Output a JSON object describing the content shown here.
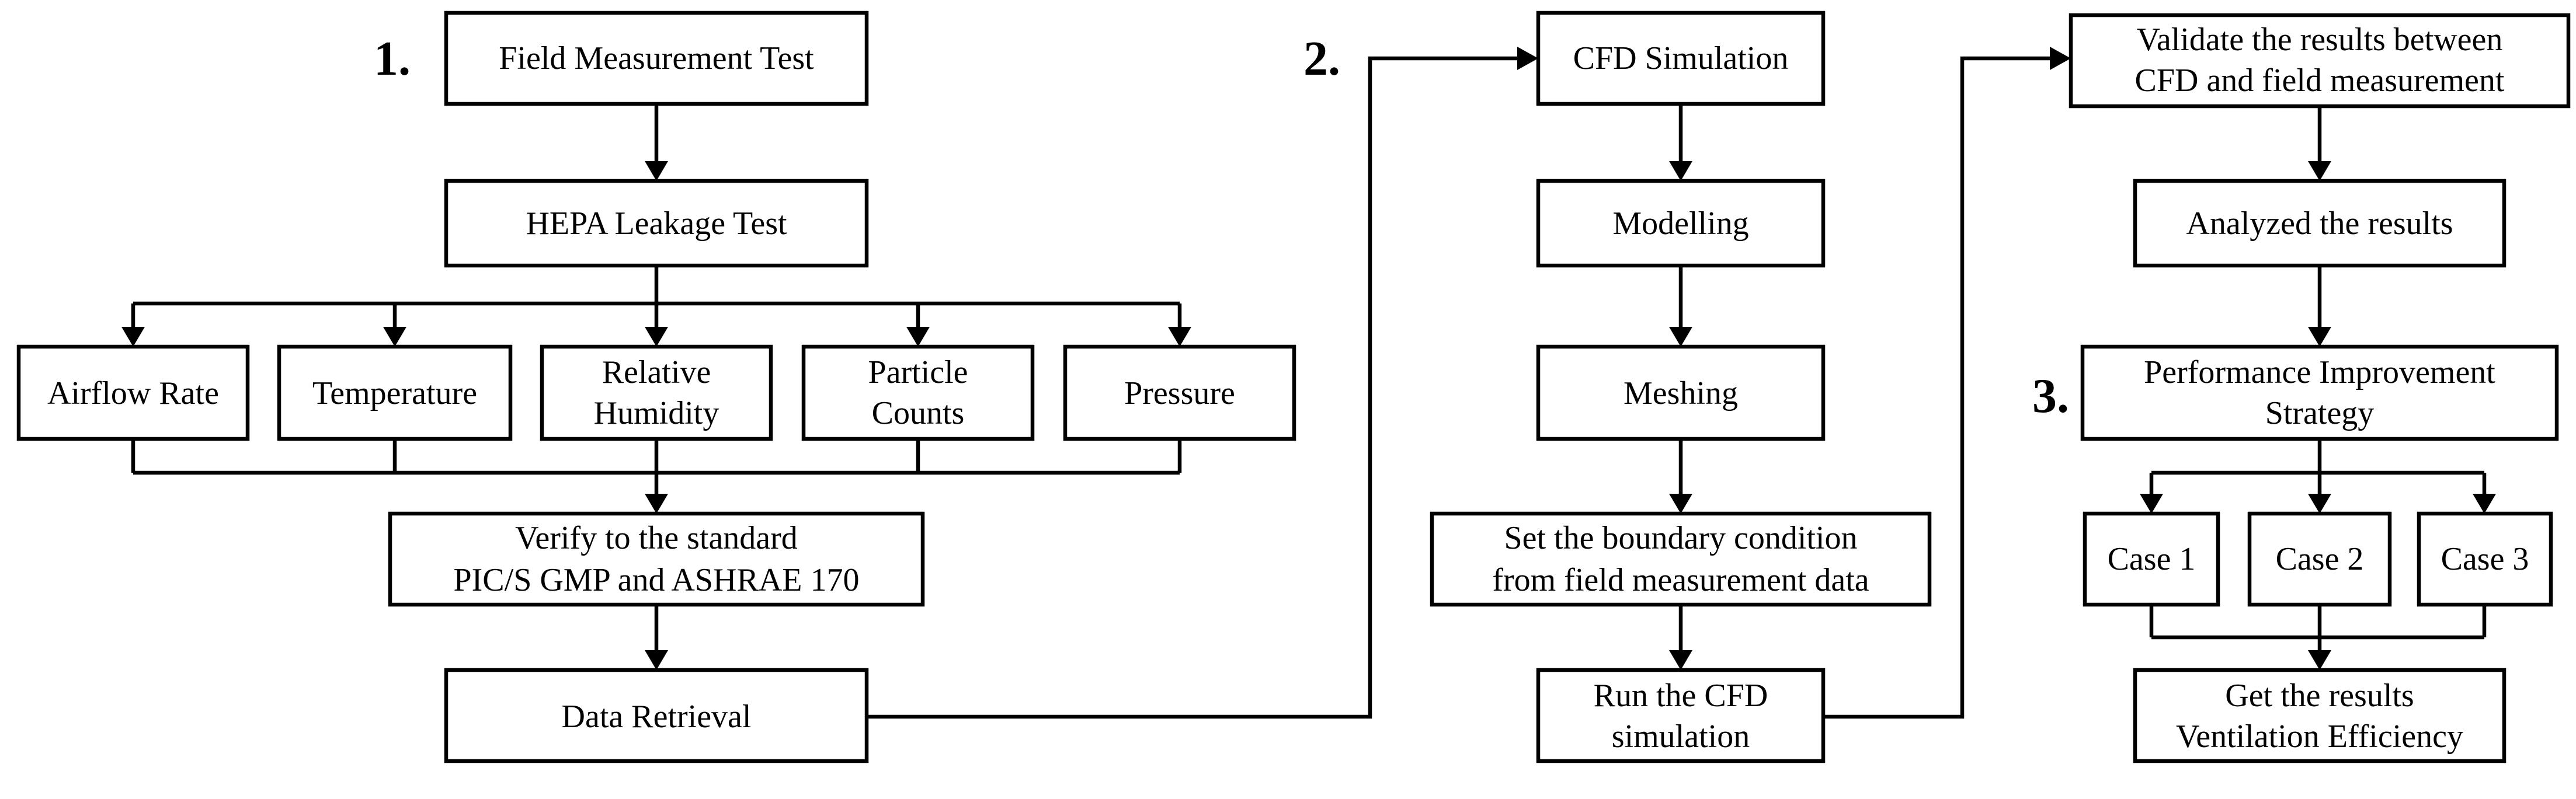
{
  "steps": [
    {
      "id": "s1",
      "label": "1."
    },
    {
      "id": "s2",
      "label": "2."
    },
    {
      "id": "s3",
      "label": "3."
    }
  ],
  "boxes": [
    {
      "id": "field_measurement",
      "lines": [
        "Field Measurement Test"
      ]
    },
    {
      "id": "hepa_leakage",
      "lines": [
        "HEPA Leakage Test"
      ]
    },
    {
      "id": "airflow_rate",
      "lines": [
        "Airflow Rate"
      ]
    },
    {
      "id": "temperature",
      "lines": [
        "Temperature"
      ]
    },
    {
      "id": "relative_humidity",
      "lines": [
        "Relative",
        "Humidity"
      ]
    },
    {
      "id": "particle_counts",
      "lines": [
        "Particle",
        "Counts"
      ]
    },
    {
      "id": "pressure",
      "lines": [
        "Pressure"
      ]
    },
    {
      "id": "verify_standard",
      "lines": [
        "Verify to the standard",
        "PIC/S GMP and ASHRAE 170"
      ]
    },
    {
      "id": "data_retrieval",
      "lines": [
        "Data Retrieval"
      ]
    },
    {
      "id": "cfd_simulation",
      "lines": [
        "CFD Simulation"
      ]
    },
    {
      "id": "modelling",
      "lines": [
        "Modelling"
      ]
    },
    {
      "id": "meshing",
      "lines": [
        "Meshing"
      ]
    },
    {
      "id": "boundary_condition",
      "lines": [
        "Set the boundary condition",
        "from field measurement data"
      ]
    },
    {
      "id": "run_cfd",
      "lines": [
        "Run the CFD",
        "simulation"
      ]
    },
    {
      "id": "validate_results",
      "lines": [
        "Validate the results between",
        "CFD and field measurement"
      ]
    },
    {
      "id": "analyzed_results",
      "lines": [
        "Analyzed the results"
      ]
    },
    {
      "id": "performance_strategy",
      "lines": [
        "Performance Improvement",
        "Strategy"
      ]
    },
    {
      "id": "case_1",
      "lines": [
        "Case 1"
      ]
    },
    {
      "id": "case_2",
      "lines": [
        "Case 2"
      ]
    },
    {
      "id": "case_3",
      "lines": [
        "Case 3"
      ]
    },
    {
      "id": "get_results",
      "lines": [
        "Get the results",
        "Ventilation Efficiency"
      ]
    }
  ],
  "connections": [
    {
      "from": "field_measurement",
      "to": "hepa_leakage",
      "arrow": true
    },
    {
      "from": "hepa_leakage",
      "to": [
        "airflow_rate",
        "temperature",
        "relative_humidity",
        "particle_counts",
        "pressure"
      ],
      "arrow": true
    },
    {
      "from": [
        "airflow_rate",
        "temperature",
        "relative_humidity",
        "particle_counts",
        "pressure"
      ],
      "to": "verify_standard",
      "arrow": true
    },
    {
      "from": "verify_standard",
      "to": "data_retrieval",
      "arrow": true
    },
    {
      "from": "data_retrieval",
      "to": "cfd_simulation",
      "arrow": true
    },
    {
      "from": "cfd_simulation",
      "to": "modelling",
      "arrow": true
    },
    {
      "from": "modelling",
      "to": "meshing",
      "arrow": true
    },
    {
      "from": "meshing",
      "to": "boundary_condition",
      "arrow": true
    },
    {
      "from": "boundary_condition",
      "to": "run_cfd",
      "arrow": true
    },
    {
      "from": "run_cfd",
      "to": "validate_results",
      "arrow": true
    },
    {
      "from": "validate_results",
      "to": "analyzed_results",
      "arrow": true
    },
    {
      "from": "analyzed_results",
      "to": "performance_strategy",
      "arrow": true
    },
    {
      "from": "performance_strategy",
      "to": [
        "case_1",
        "case_2",
        "case_3"
      ],
      "arrow": true
    },
    {
      "from": [
        "case_1",
        "case_2",
        "case_3"
      ],
      "to": "get_results",
      "arrow": true
    }
  ]
}
